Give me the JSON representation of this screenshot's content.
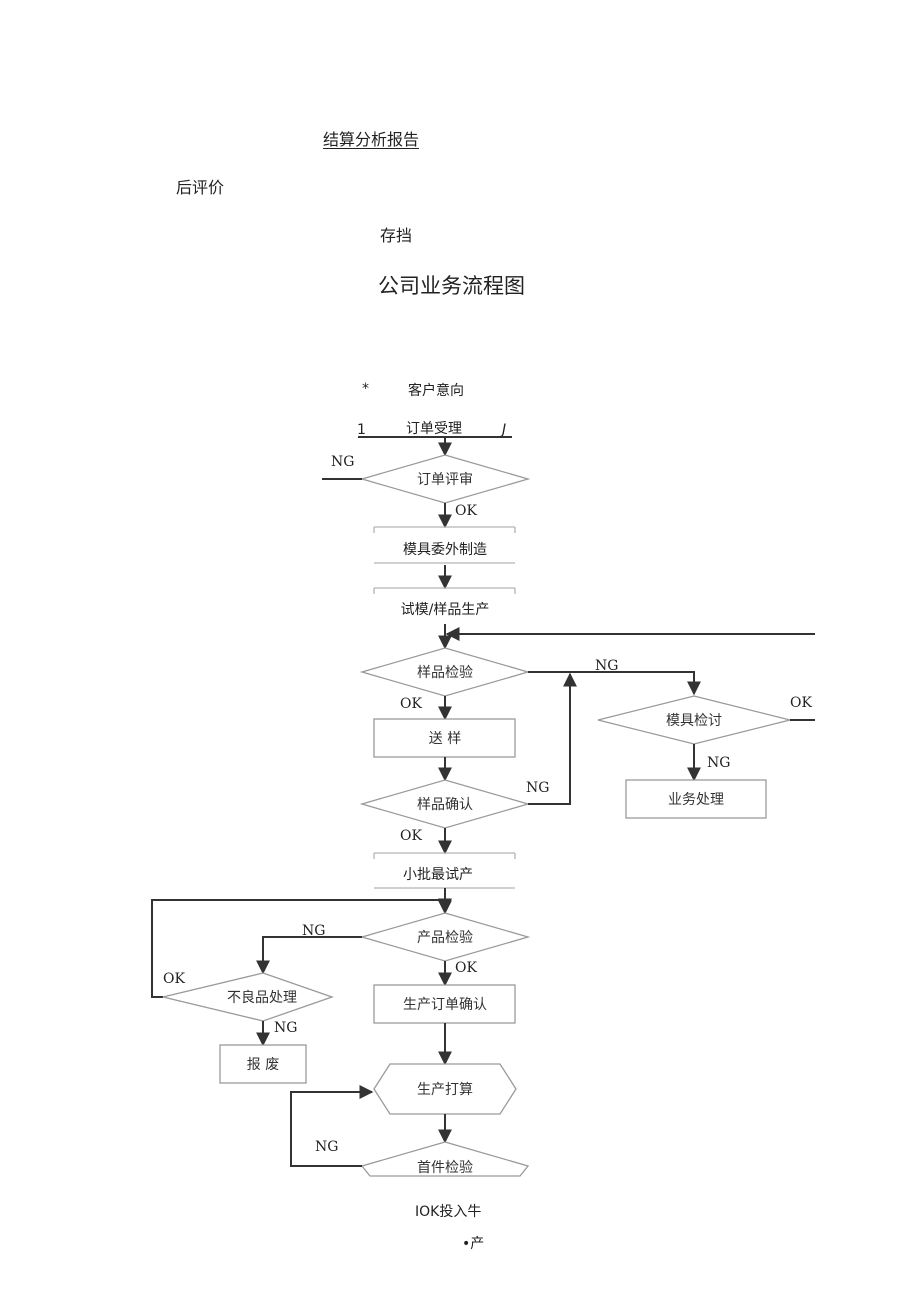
{
  "header": {
    "line1": "结算分析报告",
    "line2": "后评价",
    "line3": "存挡",
    "title": "公司业务流程图"
  },
  "flow": {
    "star": "*",
    "big_one": "1",
    "slash": "J",
    "customer_intent": "客户意向",
    "order_accept": "订单受理",
    "order_review": "订单评审",
    "mold_outsource": "模具委外制造",
    "trial_sample": "试模/样品生产",
    "sample_inspect": "样品检验",
    "send_sample": "送 样",
    "sample_confirm": "样品确认",
    "mold_review": "模具检讨",
    "business_handle": "业务处理",
    "small_batch": "小批最试产",
    "product_inspect": "产品检验",
    "defect_handle": "不良品处理",
    "scrap": "报 废",
    "prod_order_confirm": "生产订单确认",
    "prod_plan": "生产打算",
    "first_inspect": "首件检验",
    "ok_to_prod": "IOK投入牛",
    "prod_tail": "•产"
  },
  "edges": {
    "ng": "NG",
    "ok": "OK"
  }
}
